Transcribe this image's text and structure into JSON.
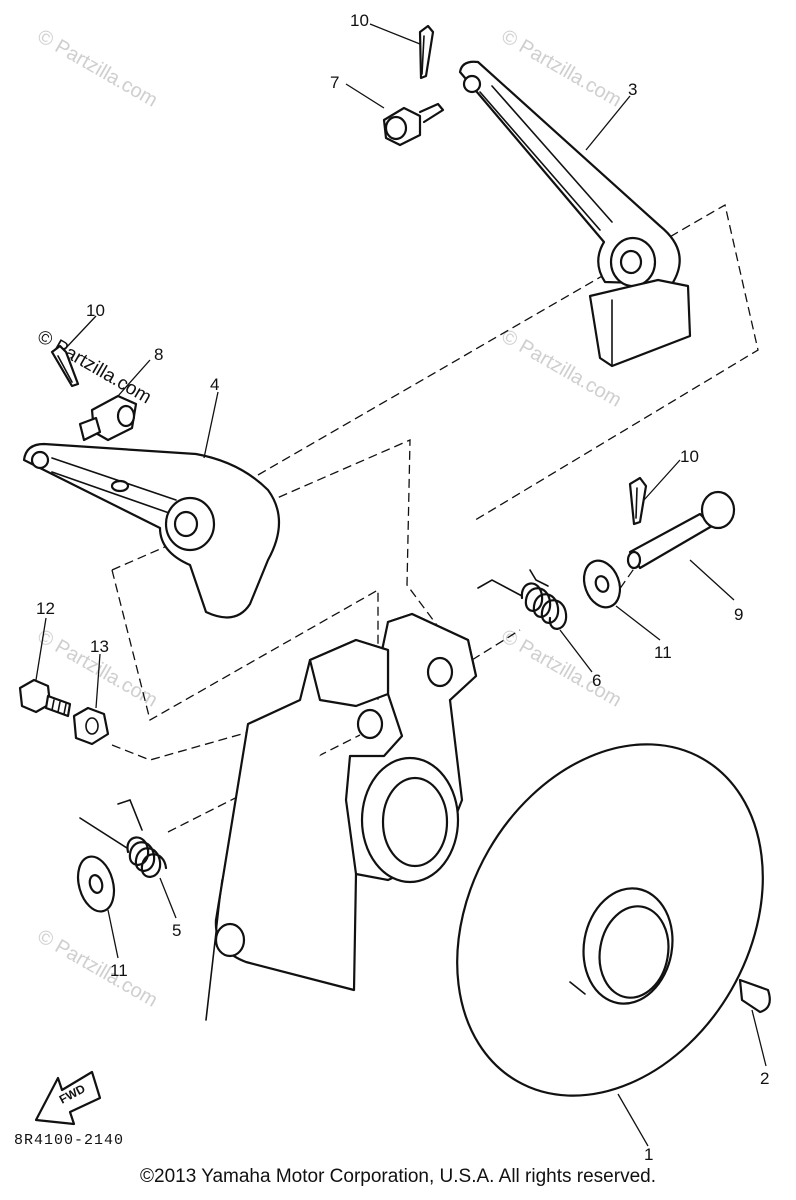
{
  "diagram": {
    "part_code": "8R4100-2140",
    "copyright": "©2013  Yamaha Motor Corporation, U.S.A. All rights reserved.",
    "watermark_text": "© Partzilla.com",
    "fwd_label": "FWD",
    "callouts": [
      "10",
      "7",
      "3",
      "10",
      "8",
      "4",
      "10",
      "9",
      "12",
      "13",
      "6",
      "11",
      "5",
      "11",
      "2",
      "1"
    ]
  }
}
